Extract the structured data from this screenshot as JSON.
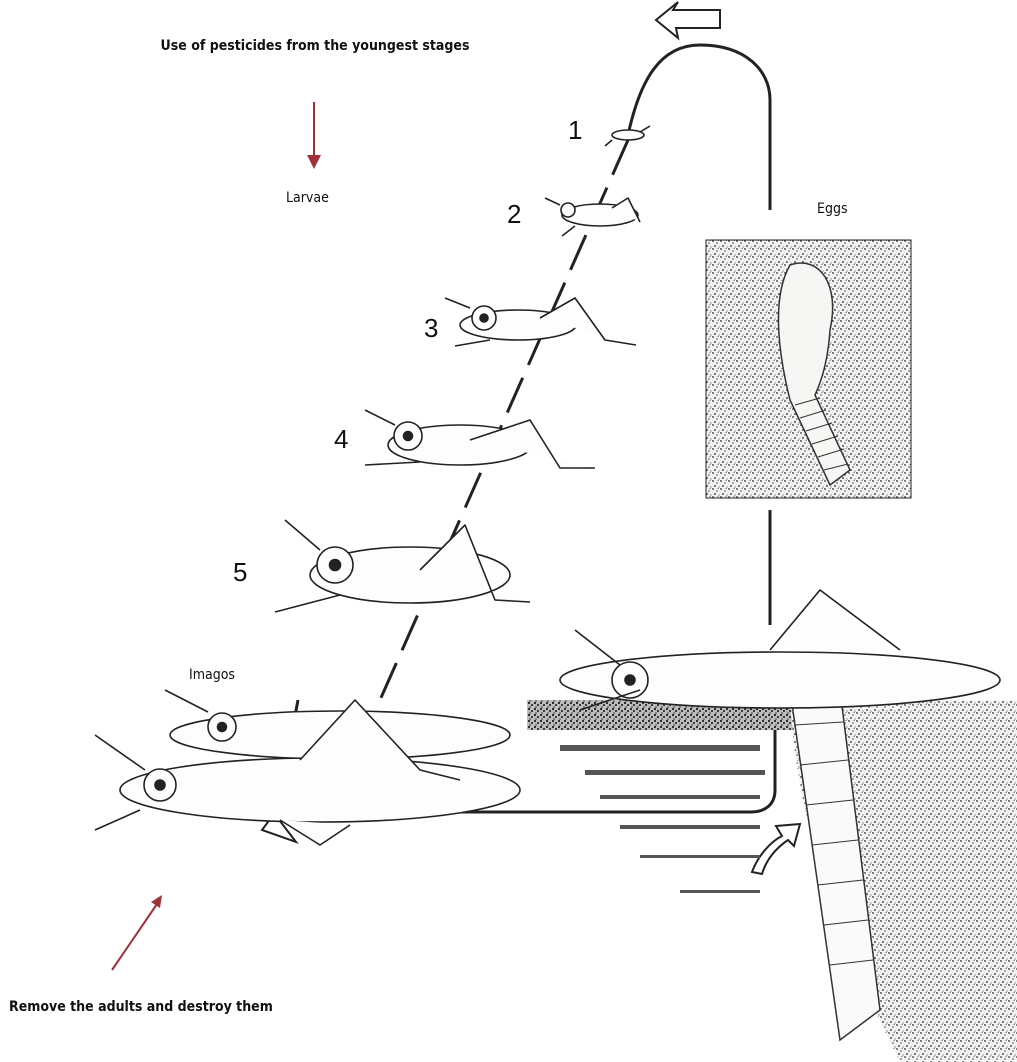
{
  "annotations": {
    "top_note": "Use of pesticides from the youngest stages",
    "bottom_note": "Remove the adults and destroy them",
    "arrow_color": "#a0303a"
  },
  "stages": {
    "larvae_label": "Larvae",
    "eggs_label": "Eggs",
    "imagos_label": "Imagos",
    "instar_numbers": [
      "1",
      "2",
      "3",
      "4",
      "5"
    ]
  }
}
